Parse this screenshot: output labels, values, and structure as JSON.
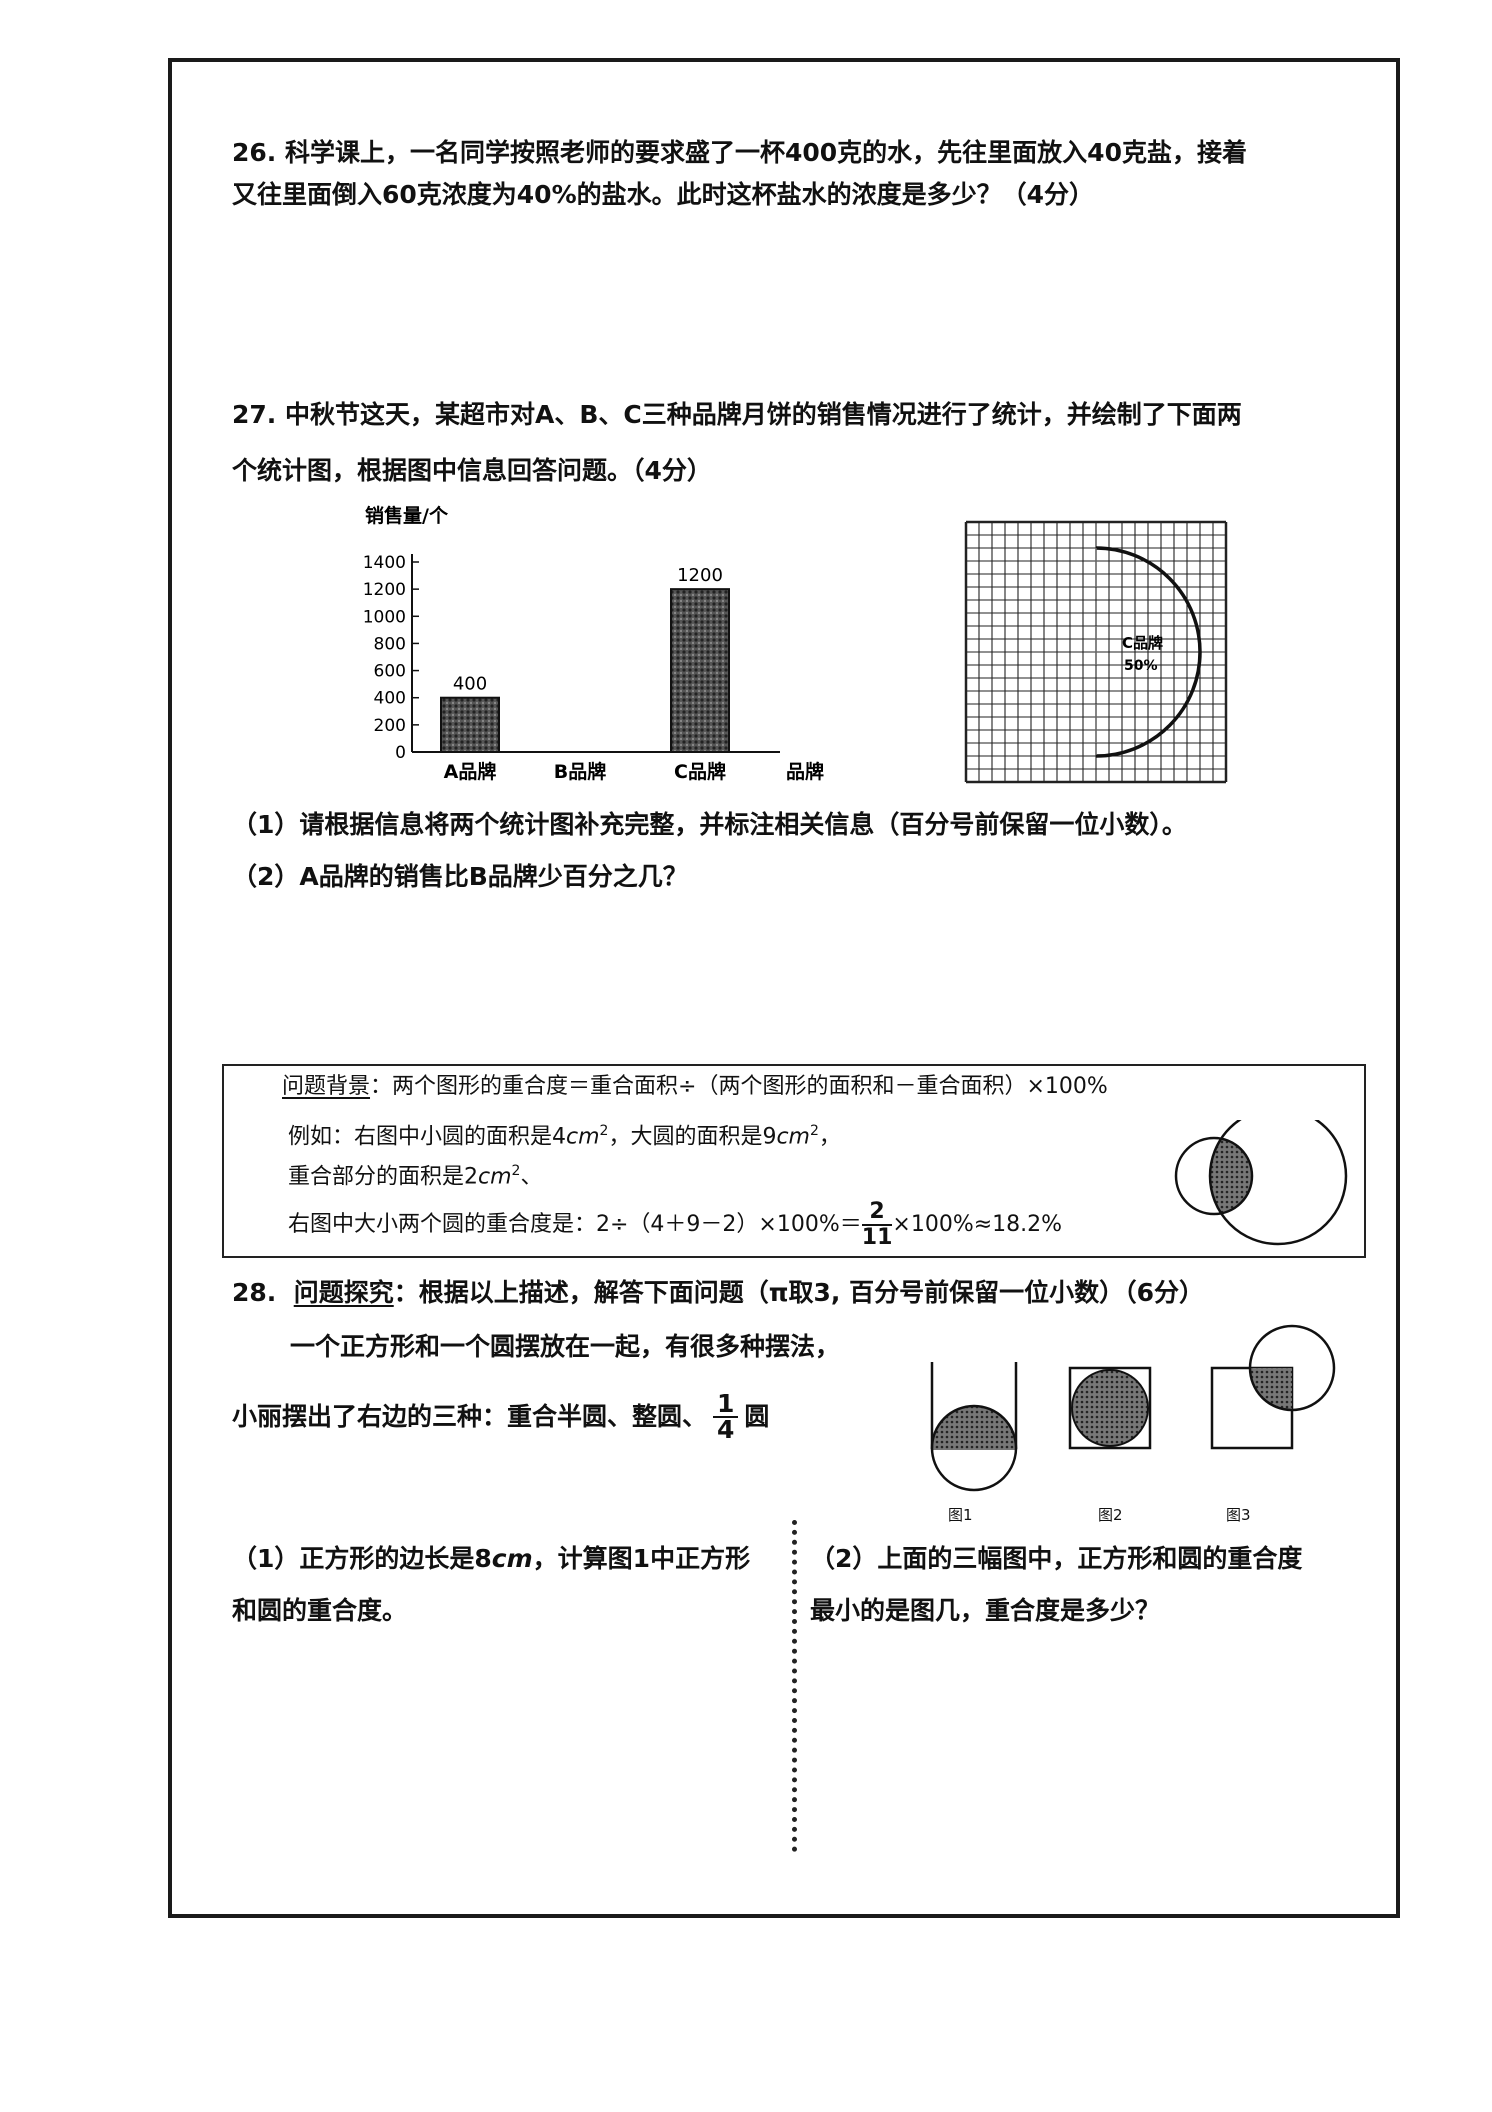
{
  "q26": {
    "line1": "26. 科学课上，一名同学按照老师的要求盛了一杯400克的水，先往里面放入40克盐，接着",
    "line2": "又往里面倒入60克浓度为40%的盐水。此时这杯盐水的浓度是多少？（4分）"
  },
  "q27": {
    "line1": "27. 中秋节这天，某超市对A、B、C三种品牌月饼的销售情况进行了统计，并绘制了下面两",
    "line2": "个统计图，根据图中信息回答问题。（4分）",
    "sub1": "（1）请根据信息将两个统计图补充完整，并标注相关信息（百分号前保留一位小数）。",
    "sub2": "（2）A品牌的销售比B品牌少百分之几？"
  },
  "chart_data": {
    "type": "bar",
    "ylabel": "销售量/个",
    "xlabel": "品牌",
    "categories": [
      "A品牌",
      "B品牌",
      "C品牌"
    ],
    "values": [
      400,
      null,
      1200
    ],
    "data_labels": [
      "400",
      "",
      "1200"
    ],
    "ylim": [
      0,
      1400
    ],
    "yticks": [
      0,
      200,
      400,
      600,
      800,
      1000,
      1200,
      1400
    ]
  },
  "pie": {
    "label": "C品牌",
    "percent": "50%",
    "fraction": 0.5
  },
  "background": {
    "title": "问题背景",
    "formula": "：两个图形的重合度＝重合面积÷（两个图形的面积和－重合面积）×100%",
    "line2_pre": "例如：右图中小圆的面积是4",
    "unit_cm": "cm",
    "line2_mid": "，大圆的面积是9",
    "line2_post": "，",
    "line3_pre": "重合部分的面积是2",
    "line3_post": "、",
    "line4_pre": "右图中大小两个圆的重合度是：2÷（4＋9－2）×100%＝",
    "line4_num": "2",
    "line4_den": "11",
    "line4_post": "×100%≈18.2%"
  },
  "q28": {
    "number": "28.",
    "title": "问题探究",
    "intro": "：根据以上描述，解答下面问题（π取3, 百分号前保留一位小数）（6分）",
    "line2": "一个正方形和一个圆摆放在一起，有很多种摆法，",
    "line3": "小丽摆出了右边的三种：重合半圆、整圆、",
    "frac_num": "1",
    "frac_den": "4",
    "frac_unit": "圆",
    "fig1": "图1",
    "fig2": "图2",
    "fig3": "图3",
    "sub1_a": "（1）正方形的边长是8",
    "sub1_unit": "cm",
    "sub1_b": "，计算图1中正方形",
    "sub1_line2": "和圆的重合度。",
    "sub2_line1": "（2）上面的三幅图中，正方形和圆的重合度",
    "sub2_line2": "最小的是图几，重合度是多少？"
  }
}
